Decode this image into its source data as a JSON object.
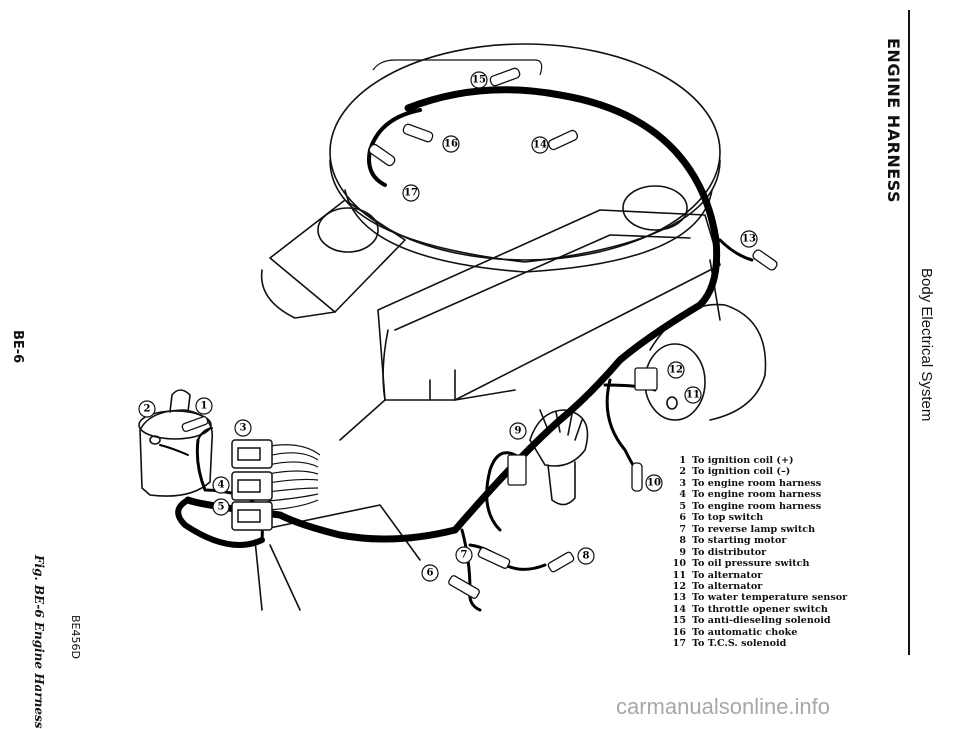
{
  "header": {
    "title": "ENGINE HARNESS",
    "section": "Body Electrical System"
  },
  "footer": {
    "page_number": "BE-6",
    "figure_caption": "Fig. BE-6 Engine Harness",
    "figure_code": "BE456D"
  },
  "watermark": "carmanualsonline.info",
  "callouts": [
    "1",
    "2",
    "3",
    "4",
    "5",
    "6",
    "7",
    "8",
    "9",
    "10",
    "11",
    "12",
    "13",
    "14",
    "15",
    "16",
    "17"
  ],
  "legend": [
    {
      "num": "1",
      "text": "To ignition coil (+)"
    },
    {
      "num": "2",
      "text": "To ignition coil (–)"
    },
    {
      "num": "3",
      "text": "To engine room harness"
    },
    {
      "num": "4",
      "text": "To engine room harness"
    },
    {
      "num": "5",
      "text": "To engine room harness"
    },
    {
      "num": "6",
      "text": "To top switch"
    },
    {
      "num": "7",
      "text": "To reverse lamp switch"
    },
    {
      "num": "8",
      "text": "To starting motor"
    },
    {
      "num": "9",
      "text": "To distributor"
    },
    {
      "num": "10",
      "text": "To oil pressure switch"
    },
    {
      "num": "11",
      "text": "To alternator"
    },
    {
      "num": "12",
      "text": "To alternator"
    },
    {
      "num": "13",
      "text": "To water temperature sensor"
    },
    {
      "num": "14",
      "text": "To throttle opener switch"
    },
    {
      "num": "15",
      "text": "To anti-dieseling solenoid"
    },
    {
      "num": "16",
      "text": "To automatic choke"
    },
    {
      "num": "17",
      "text": "To T.C.S. solenoid"
    }
  ]
}
